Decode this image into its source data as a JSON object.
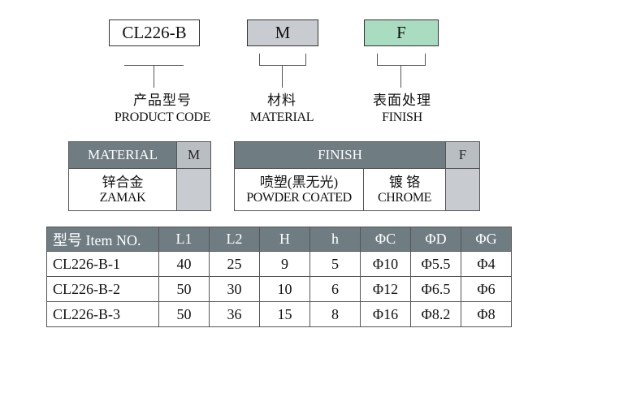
{
  "code_boxes": [
    {
      "text": "CL226-B",
      "bg": "#ffffff"
    },
    {
      "text": "M",
      "bg": "#c8ccd1"
    },
    {
      "text": "F",
      "bg": "#a9dcc0"
    }
  ],
  "captions": [
    {
      "cn": "产品型号",
      "en": "PRODUCT CODE"
    },
    {
      "cn": "材料",
      "en": "MATERIAL"
    },
    {
      "cn": "表面处理",
      "en": "FINISH"
    }
  ],
  "material_table": {
    "header": "MATERIAL",
    "code": "M",
    "option_cn": "锌合金",
    "option_en": "ZAMAK"
  },
  "finish_table": {
    "header": "FINISH",
    "code": "F",
    "options": [
      {
        "cn": "喷塑(黑无光)",
        "en": "POWDER COATED"
      },
      {
        "cn": "镀 铬",
        "en": "CHROME"
      }
    ]
  },
  "spec_table": {
    "headers": [
      "型号 Item NO.",
      "L1",
      "L2",
      "H",
      "h",
      "ΦC",
      "ΦD",
      "ΦG"
    ],
    "rows": [
      [
        "CL226-B-1",
        "40",
        "25",
        "9",
        "5",
        "Φ10",
        "Φ5.5",
        "Φ4"
      ],
      [
        "CL226-B-2",
        "50",
        "30",
        "10",
        "6",
        "Φ12",
        "Φ6.5",
        "Φ6"
      ],
      [
        "CL226-B-3",
        "50",
        "36",
        "15",
        "8",
        "Φ16",
        "Φ8.2",
        "Φ8"
      ]
    ]
  },
  "colors": {
    "header_bg": "#6f7d83",
    "swatch_grey": "#c8ccd1",
    "finish_green": "#a9dcc0"
  }
}
